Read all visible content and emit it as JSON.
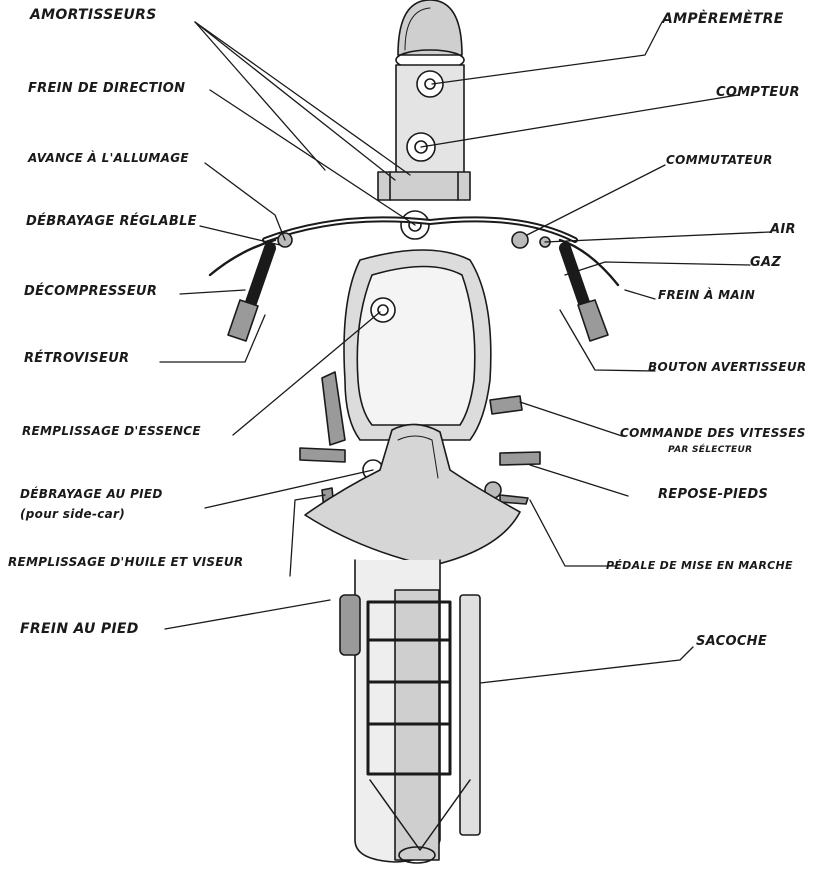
{
  "labels": {
    "amortisseurs": "AMORTISSEURS",
    "frein_direction": "FREIN DE DIRECTION",
    "avance_allumage": "AVANCE À L'ALLUMAGE",
    "debrayage_reglable": "DÉBRAYAGE RÉGLABLE",
    "decompresseur": "DÉCOMPRESSEUR",
    "retroviseur": "RÉTROVISEUR",
    "remplissage_essence": "REMPLISSAGE D'ESSENCE",
    "debrayage_pied": "DÉBRAYAGE AU PIED",
    "side_car": "(pour side-car)",
    "remplissage_huile": "REMPLISSAGE D'HUILE ET VISEUR",
    "frein_pied": "FREIN AU PIED",
    "amperemetre": "AMPÈREMÈTRE",
    "compteur": "COMPTEUR",
    "commutateur": "COMMUTATEUR",
    "air": "AIR",
    "gaz": "GAZ",
    "frein_main": "FREIN À MAIN",
    "bouton_avertisseur": "BOUTON AVERTISSEUR",
    "commande_vitesses": "COMMANDE DES VITESSES",
    "par_selecteur": "PAR SÉLECTEUR",
    "repose_pieds": "REPOSE-PIEDS",
    "pedale_mise_marche": "PÉDALE DE MISE EN MARCHE",
    "sacoche": "SACOCHE"
  },
  "colors": {
    "ink": "#1a1a1a",
    "paper": "#ffffff"
  }
}
